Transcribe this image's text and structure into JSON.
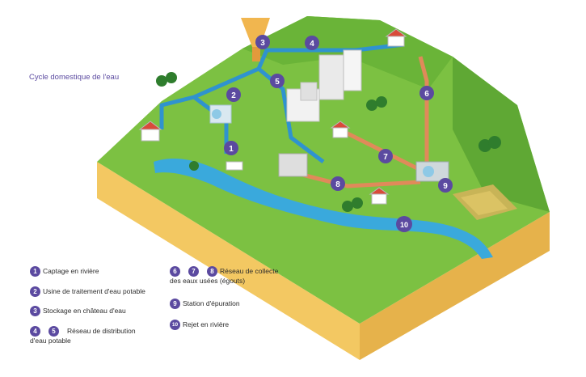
{
  "title": "Cycle domestique de l'eau",
  "markers": [
    "1",
    "2",
    "3",
    "4",
    "5",
    "6",
    "7",
    "8",
    "9",
    "10"
  ],
  "legend": {
    "item1": {
      "num": "1",
      "text": "Captage en rivière"
    },
    "item2": {
      "num": "2",
      "text": "Usine de traitement d'eau potable"
    },
    "item3": {
      "num": "3",
      "text": "Stockage en château d'eau"
    },
    "item45": {
      "nums": [
        "4",
        "5"
      ],
      "text1": "Réseau de distribution",
      "text2": "d'eau potable"
    },
    "item678": {
      "nums": [
        "6",
        "7",
        "8"
      ],
      "text1": "Réseau de collecte",
      "text2": "des eaux usées (égouts)"
    },
    "item9": {
      "num": "9",
      "text": "Station d'épuration"
    },
    "item10": {
      "num": "10",
      "text": "Rejet en rivière"
    }
  },
  "colors": {
    "grass": "#7cc142",
    "grass_dark": "#5fa834",
    "soil": "#f2c55c",
    "soil_dark": "#e5b148",
    "river": "#3aa9dc",
    "potable_pipe": "#2f93cf",
    "sewer_pipe": "#e08a5a",
    "badge": "#5b4aa0"
  }
}
